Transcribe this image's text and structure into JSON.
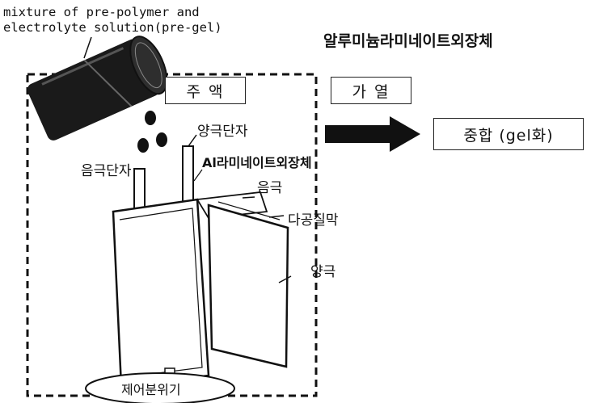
{
  "premix_label_line1": "mixture of pre-polymer and",
  "premix_label_line2": "electrolyte solution(pre-gel)",
  "outer_pack_title": "알루미늄라미네이트외장체",
  "injection_box": "주 액",
  "heating_box": "가 열",
  "polymerization_box": "중합 (gel화)",
  "positive_terminal": "양극단자",
  "negative_terminal": "음극단자",
  "al_laminate_pack": "Al라미네이트외장체",
  "negative_electrode": "음극",
  "porous_separator": "다공질막",
  "positive_electrode": "양극",
  "controlled_atmosphere": "제어분위기",
  "colors": {
    "ink": "#111111",
    "arrow": "#111111",
    "background": "#ffffff"
  }
}
